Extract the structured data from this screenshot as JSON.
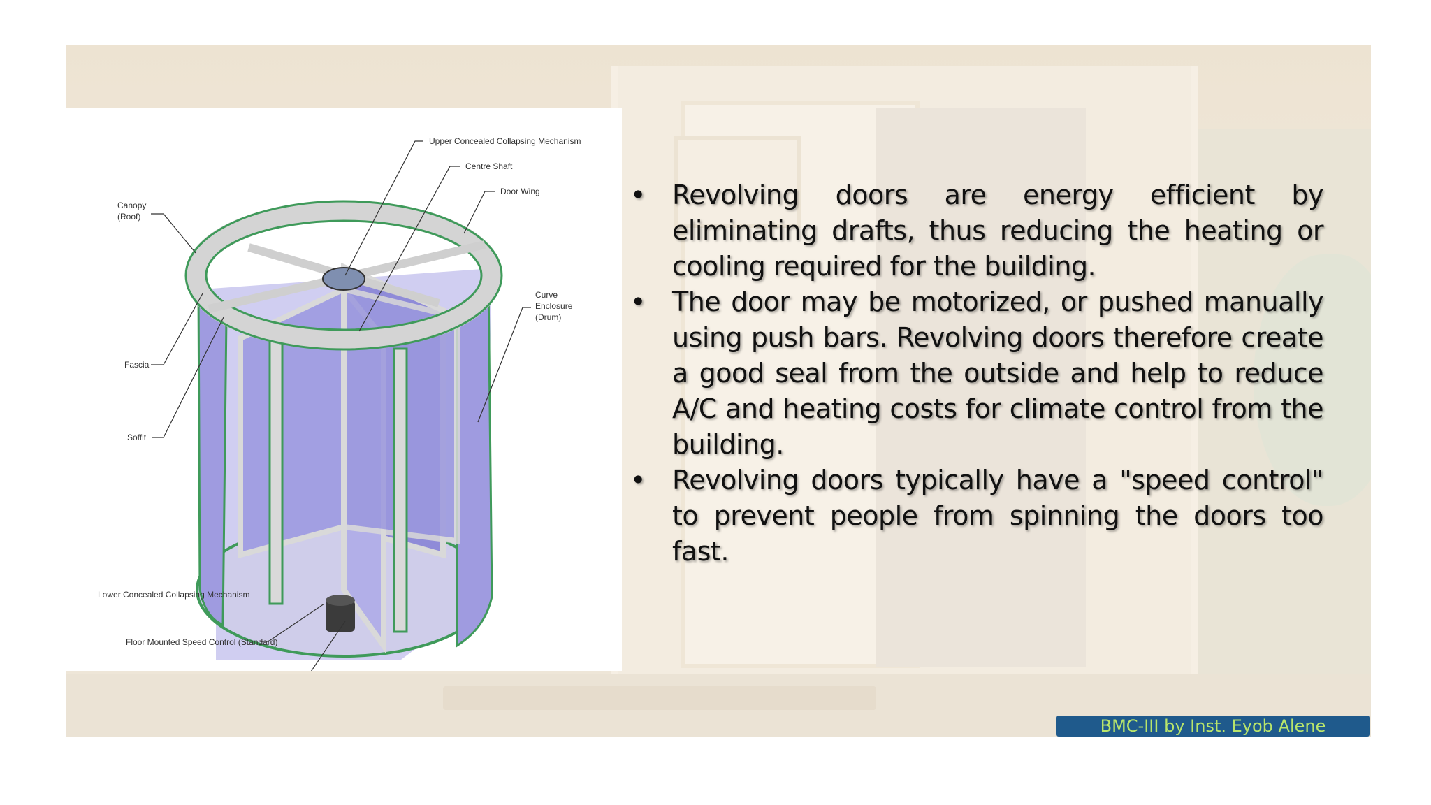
{
  "diagram": {
    "labels": {
      "upper_mechanism": "Upper Concealed Collapsing Mechanism",
      "centre_shaft": "Centre Shaft",
      "door_wing": "Door Wing",
      "canopy_1": "Canopy",
      "canopy_2": "(Roof)",
      "curve_1": "Curve",
      "curve_2": "Enclosure",
      "curve_3": "(Drum)",
      "fascia": "Fascia",
      "soffit": "Soffit",
      "lower_mechanism": "Lower Concealed Collapsing Mechanism",
      "speed_control": "Floor Mounted Speed Control (Standard)"
    },
    "colors": {
      "glass": "#a9a6e6",
      "frame": "#d9d9d9",
      "edge": "#3f9a5a",
      "hub": "#7f8fb0"
    }
  },
  "bullets": [
    "Revolving doors are energy efficient by eliminating drafts, thus reducing the heating or cooling required for the building.",
    "The door may be motorized, or pushed manually using push bars. Revolving doors therefore create a good seal from the outside and help to reduce A/C and heating costs for climate control from the building.",
    "Revolving doors typically have a \"speed control\" to prevent people from spinning the doors too fast."
  ],
  "bullet_symbol": "•",
  "footer": {
    "credit": "BMC-III by Inst. Eyob Alene"
  }
}
